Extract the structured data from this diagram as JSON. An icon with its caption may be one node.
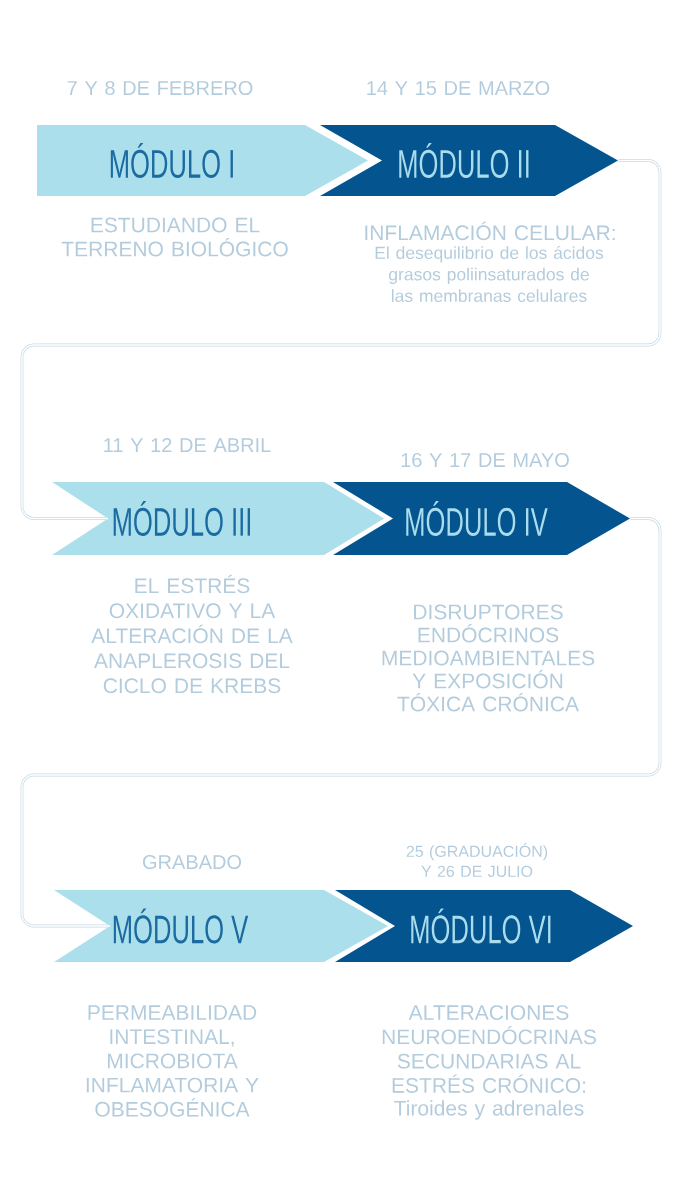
{
  "diagram": {
    "nodes": [
      {
        "text": [
          "MÓDULO I"
        ],
        "beside": [
          "7 Y 8 DE FEBRERO",
          "ESTUDIANDO EL TERRENO BIOLÓGICO"
        ]
      },
      {
        "text": [
          "MÓDULO II"
        ],
        "beside": [
          "14 Y 15 DE MARZO",
          "INFLAMACIÓN CELULAR:",
          "El desequilibrio de los ácidos grasos poliinsaturados de las membranas celulares"
        ]
      },
      {
        "text": [
          "MÓDULO III"
        ],
        "beside": [
          "11 Y 12 DE ABRIL",
          "EL ESTRÉS OXIDATIVO Y LA ALTERACIÓN DE LA ANAPLEROSIS DEL CICLO DE KREBS"
        ]
      },
      {
        "text": [
          "MÓDULO IV"
        ],
        "beside": [
          "16 Y 17 DE MAYO",
          "DISRUPTORES ENDÓCRINOS MEDIOAMBIENTALES Y EXPOSICIÓN TÓXICA CRÓNICA"
        ]
      },
      {
        "text": [
          "MÓDULO V"
        ],
        "beside": [
          "GRABADO",
          "PERMEABILIDAD INTESTINAL, MICROBIOTA INFLAMATORIA Y OBESOGÉNICA"
        ]
      },
      {
        "text": [
          "MÓDULO VI"
        ],
        "beside": [
          "25 (GRADUACIÓN) Y 26 DE JULIO",
          "ALTERACIONES NEUROENDÓCRINAS SECUNDARIAS AL ESTRÉS CRÓNICO:",
          "Tiroides y adrenales"
        ]
      }
    ],
    "edges": [
      {
        "from": 1,
        "to": 2,
        "arrow": "none"
      },
      {
        "from": 3,
        "to": 4,
        "arrow": "none"
      }
    ]
  }
}
